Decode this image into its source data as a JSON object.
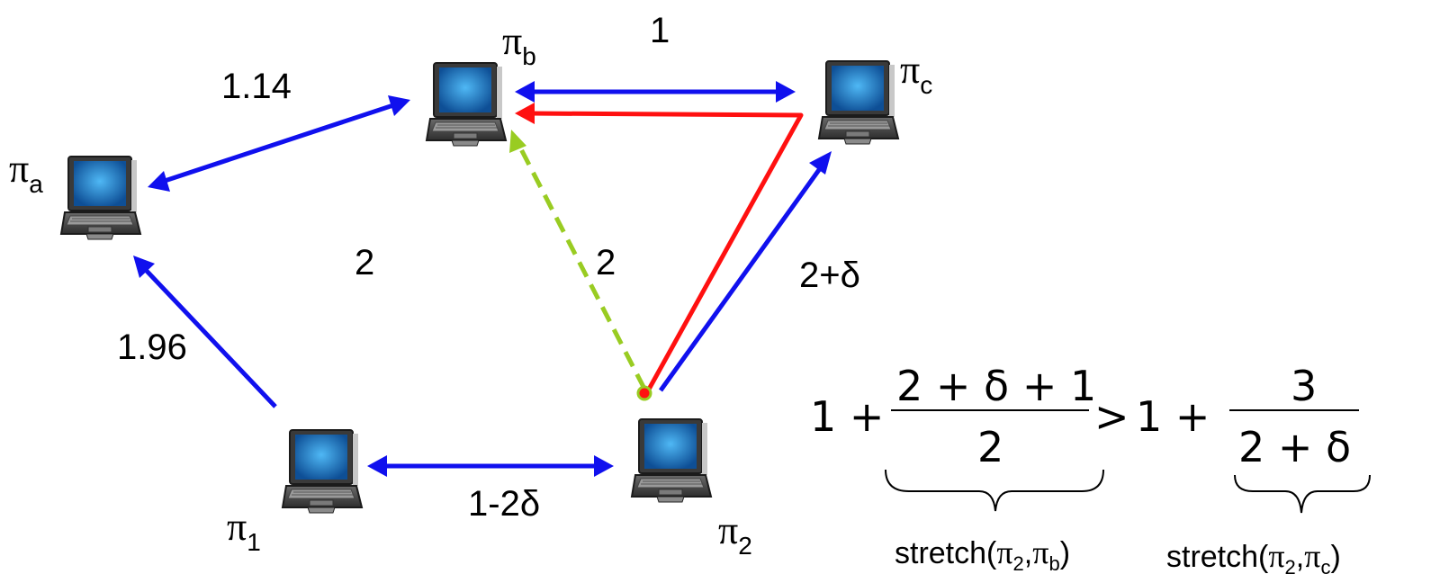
{
  "nodes": {
    "pa": {
      "symbol": "π",
      "sub": "a"
    },
    "pb": {
      "symbol": "π",
      "sub": "b"
    },
    "pc": {
      "symbol": "π",
      "sub": "c"
    },
    "p1": {
      "symbol": "π",
      "sub": "1"
    },
    "p2": {
      "symbol": "π",
      "sub": "2"
    }
  },
  "edge_labels": {
    "b_c": "1",
    "a_b": "1.14",
    "a_1_inner": "2",
    "b_2": "2",
    "2_c": "2+δ",
    "1_a": "1.96",
    "1_2": "1-2δ"
  },
  "colors": {
    "shortest_path": "#1010ee",
    "route": "#ff1010",
    "direct": "#99cc22"
  },
  "formula": {
    "left_one": "1 +",
    "left_num": "2 + δ + 1",
    "left_den": "2",
    "gt": ">",
    "right_one": "1 +",
    "right_num": "3",
    "right_den": "2 + δ",
    "caption_left": {
      "prefix": "stretch(",
      "a": "π",
      "a_sub": "2",
      "sep": ",",
      "b": "π",
      "b_sub": "b",
      "suffix": ")"
    },
    "caption_right": {
      "prefix": "stretch(",
      "a": "π",
      "a_sub": "2",
      "sep": ",",
      "b": "π",
      "b_sub": "c",
      "suffix": ")"
    }
  }
}
